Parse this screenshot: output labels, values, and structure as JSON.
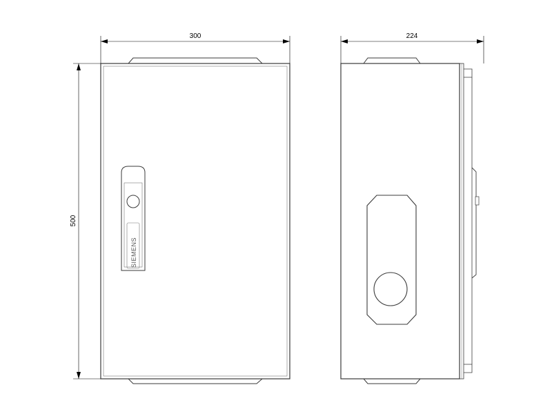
{
  "dimensions": {
    "front_width": "300",
    "side_depth": "224",
    "height": "500"
  },
  "handle": {
    "logo_text": "SIEMENS"
  },
  "colors": {
    "line": "#000000",
    "body_stroke": "#3a3a3a",
    "fill": "#ffffff"
  }
}
